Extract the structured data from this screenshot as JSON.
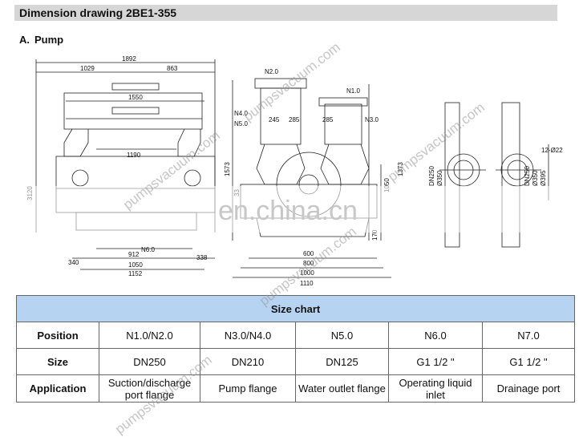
{
  "header": {
    "title": "Dimension drawing 2BE1-355"
  },
  "section": {
    "letter": "A.",
    "label": "Pump"
  },
  "watermark": {
    "site": "pumpsvacuum.com",
    "banner": "en.china.cn"
  },
  "drawing": {
    "front_dims": [
      "1892",
      "1029",
      "863",
      "1550",
      "1190",
      "912",
      "1050",
      "1152",
      "340",
      "338",
      "1573",
      "1373",
      "3120",
      "N6.0"
    ],
    "side_dims": [
      "N2.0",
      "N1.0",
      "N4.0",
      "N5.0",
      "N3.0",
      "245",
      "285",
      "285",
      "1050",
      "170",
      "600",
      "800",
      "1000",
      "1110",
      "33"
    ],
    "flange_dims": [
      "12-Ø22",
      "DN250",
      "Ø350",
      "Ø395",
      "DN250",
      "Ø350"
    ]
  },
  "table": {
    "title": "Size chart",
    "rows": [
      {
        "header": "Position",
        "cells": [
          "N1.0/N2.0",
          "N3.0/N4.0",
          "N5.0",
          "N6.0",
          "N7.0"
        ]
      },
      {
        "header": "Size",
        "cells": [
          "DN250",
          "DN210",
          "DN125",
          "G1 1/2 \"",
          "G1 1/2 \""
        ]
      },
      {
        "header": "Application",
        "cells": [
          "Suction/discharge port flange",
          "Pump flange",
          "Water outlet flange",
          "Operating liquid inlet",
          "Drainage port"
        ]
      }
    ]
  }
}
